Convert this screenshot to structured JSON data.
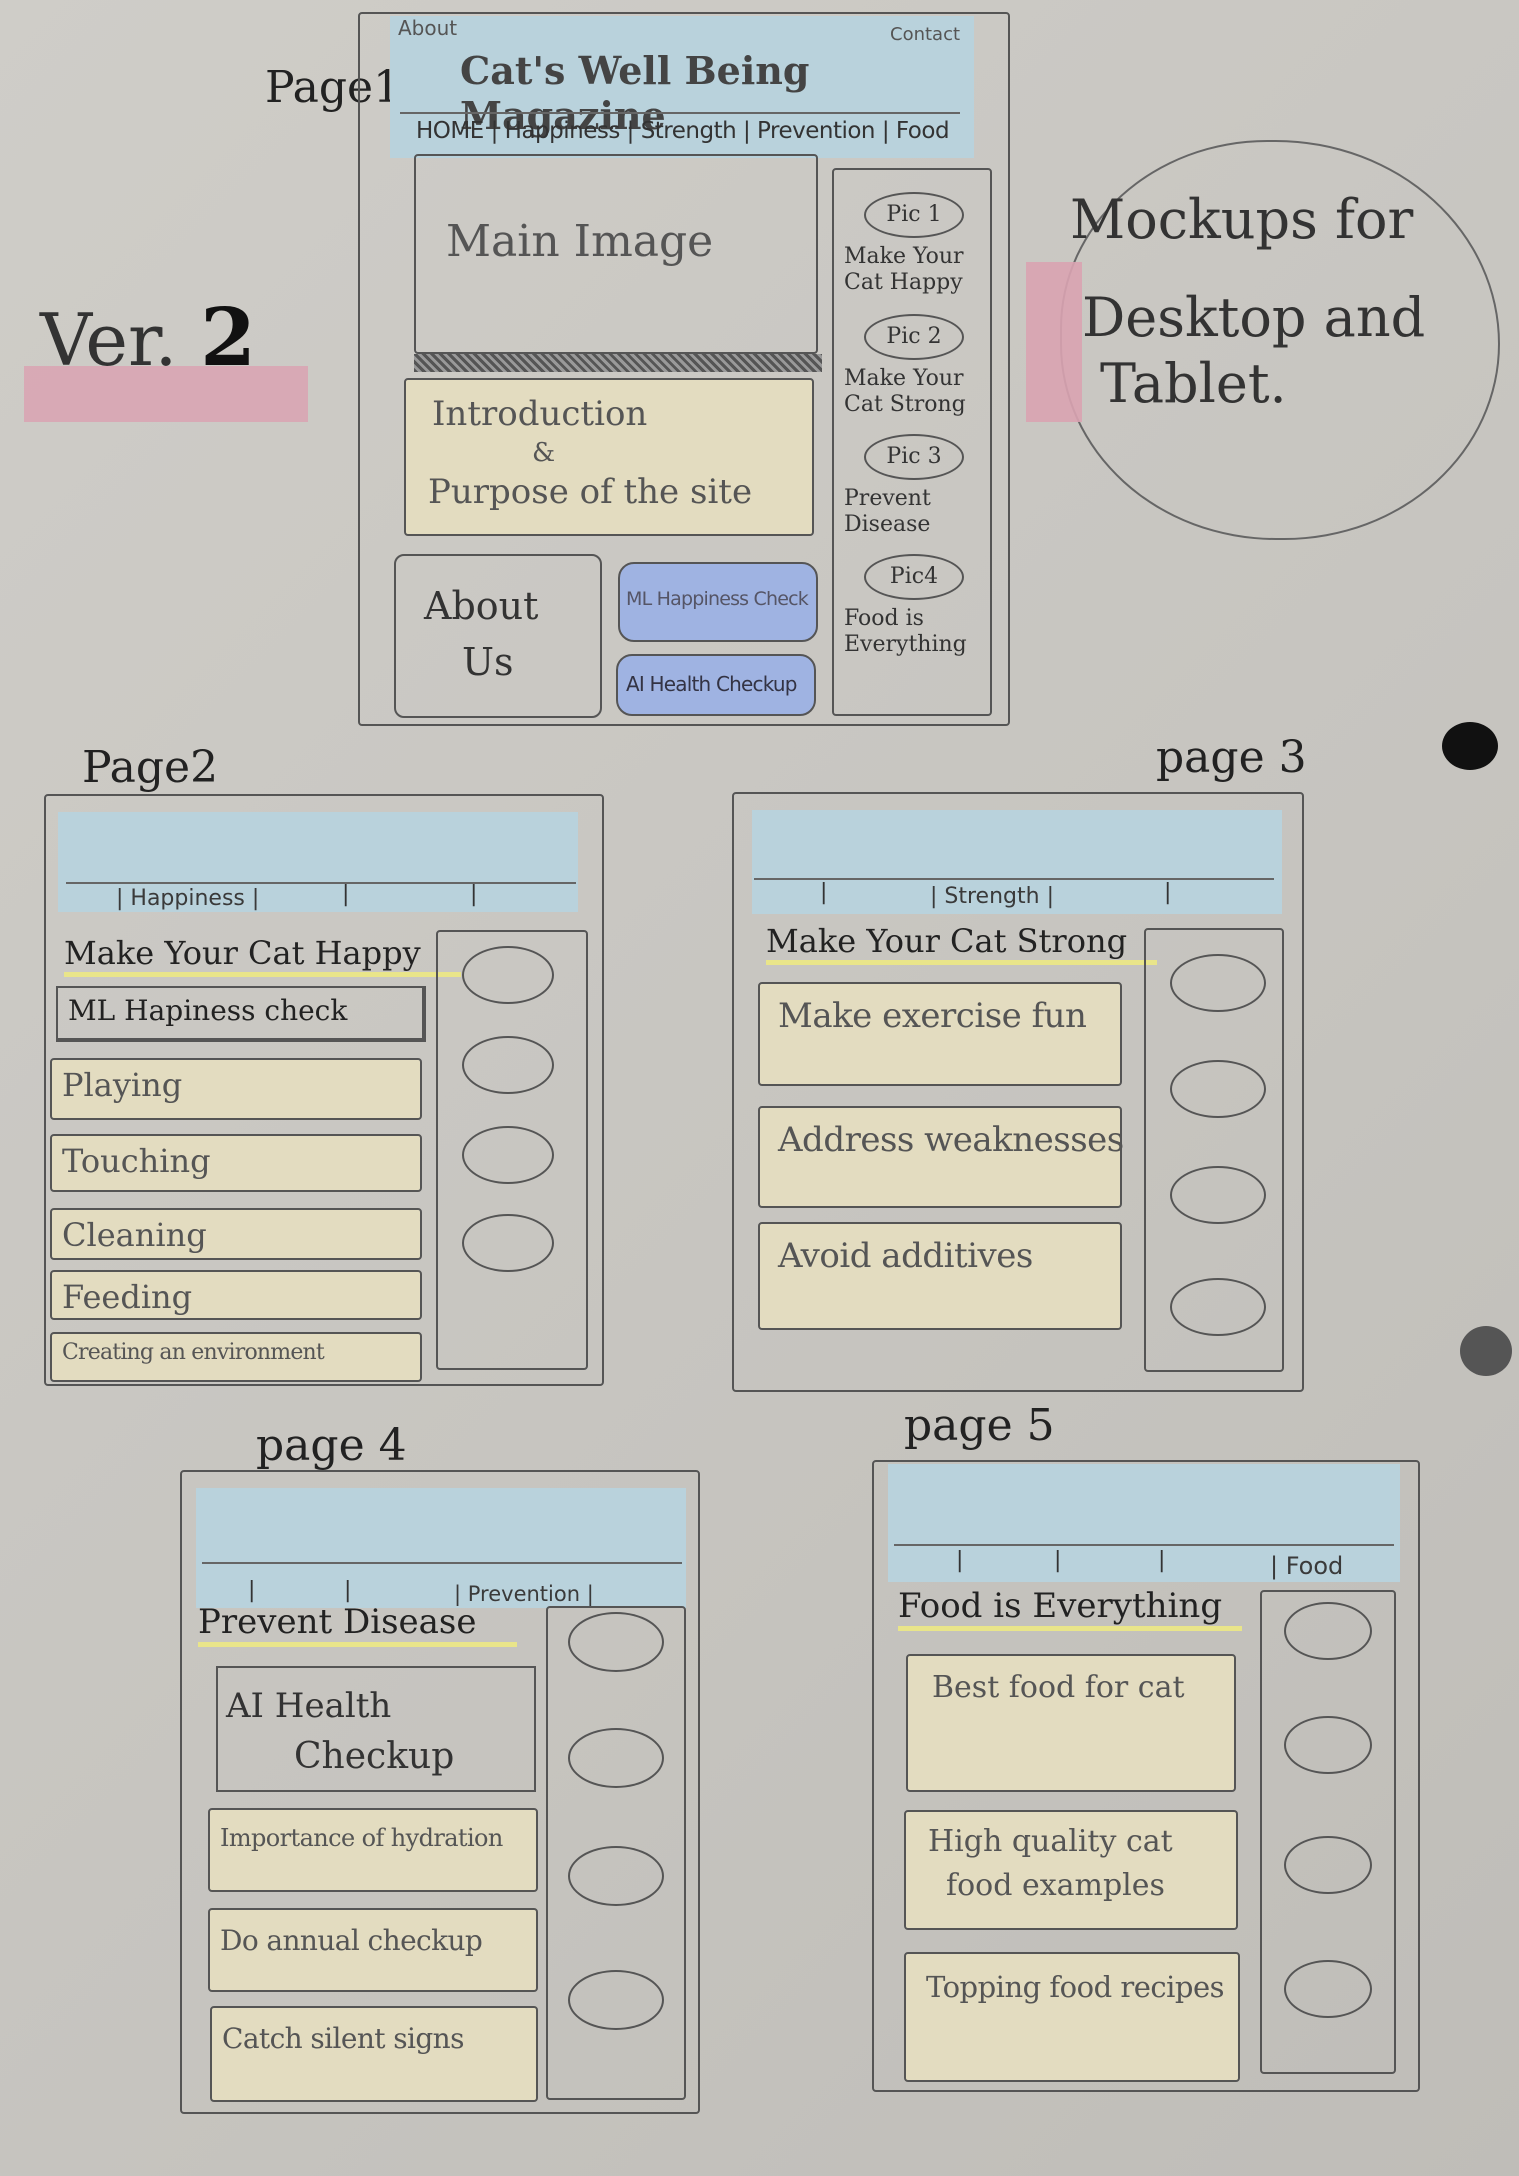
{
  "sheet": {
    "version_label": "Ver.",
    "version_number": "2",
    "bubble_text_1": "Mockups for",
    "bubble_text_2": "Desktop and",
    "bubble_text_3": "Tablet."
  },
  "page1": {
    "label": "Page1",
    "about": "About",
    "contact": "Contact",
    "title": "Cat's Well Being Magazine",
    "nav": "HOME | Happiness | Strength | Prevention | Food",
    "main_image": "Main Image",
    "intro_1": "Introduction",
    "intro_2": "&",
    "intro_3": "Purpose of the site",
    "about_us_1": "About",
    "about_us_2": "Us",
    "ml_button": "ML Happiness Check",
    "ai_button": "AI Health Checkup",
    "side": [
      {
        "pic": "Pic 1",
        "line1": "Make Your",
        "line2": "Cat Happy"
      },
      {
        "pic": "Pic 2",
        "line1": "Make Your",
        "line2": "Cat Strong"
      },
      {
        "pic": "Pic 3",
        "line1": "Prevent",
        "line2": "Disease"
      },
      {
        "pic": "Pic4",
        "line1": "Food is",
        "line2": "Everything"
      }
    ]
  },
  "page2": {
    "label": "Page2",
    "nav_active": "| Happiness |",
    "heading": "Make Your Cat Happy",
    "items": [
      "ML Hapiness check",
      "Playing",
      "Touching",
      "Cleaning",
      "Feeding",
      "Creating an environment"
    ]
  },
  "page3": {
    "label": "page 3",
    "nav_active": "| Strength |",
    "heading": "Make Your Cat Strong",
    "items": [
      "Make exercise fun",
      "Address weaknesses",
      "Avoid additives"
    ]
  },
  "page4": {
    "label": "page 4",
    "nav_active": "| Prevention |",
    "heading": "Prevent Disease",
    "ai_1": "AI Health",
    "ai_2": "Checkup",
    "items": [
      "Importance of hydration",
      "Do annual checkup",
      "Catch silent signs"
    ]
  },
  "page5": {
    "label": "page 5",
    "nav_active": "| Food",
    "heading": "Food is Everything",
    "items": [
      "Best food for cat",
      "High quality cat",
      "food examples",
      "Topping food recipes"
    ]
  }
}
